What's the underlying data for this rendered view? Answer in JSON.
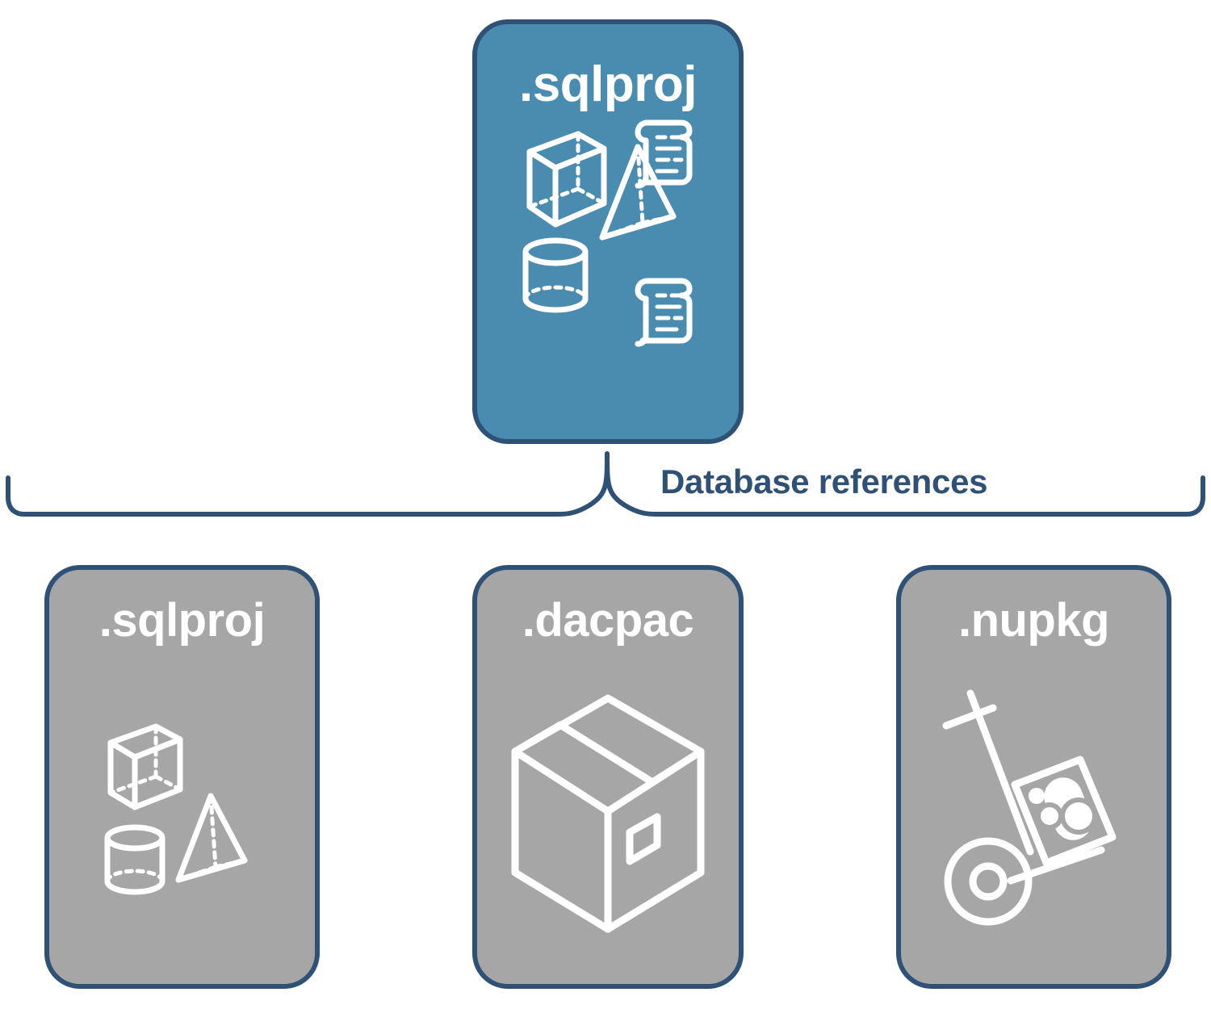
{
  "diagram": {
    "title": "Database references",
    "colors": {
      "primary_fill": "#4A8CAF",
      "secondary_fill": "#A6A6A6",
      "stroke": "#2E5175",
      "icon": "#FFFFFF",
      "background": "#FFFFFF"
    }
  },
  "root_node": {
    "label": ".sqlproj",
    "type": "primary",
    "icons": [
      "cube-wireframe-icon",
      "pyramid-wireframe-icon",
      "cylinder-wireframe-icon",
      "script-scroll-icon",
      "script-scroll-icon"
    ]
  },
  "connector": {
    "label": "Database references",
    "style": "curly-brace"
  },
  "reference_nodes": [
    {
      "label": ".sqlproj",
      "type": "secondary",
      "icons": [
        "cube-wireframe-icon",
        "pyramid-wireframe-icon",
        "cylinder-wireframe-icon"
      ]
    },
    {
      "label": ".dacpac",
      "type": "secondary",
      "icons": [
        "shipping-box-icon"
      ]
    },
    {
      "label": ".nupkg",
      "type": "secondary",
      "icons": [
        "hand-truck-package-icon"
      ]
    }
  ]
}
